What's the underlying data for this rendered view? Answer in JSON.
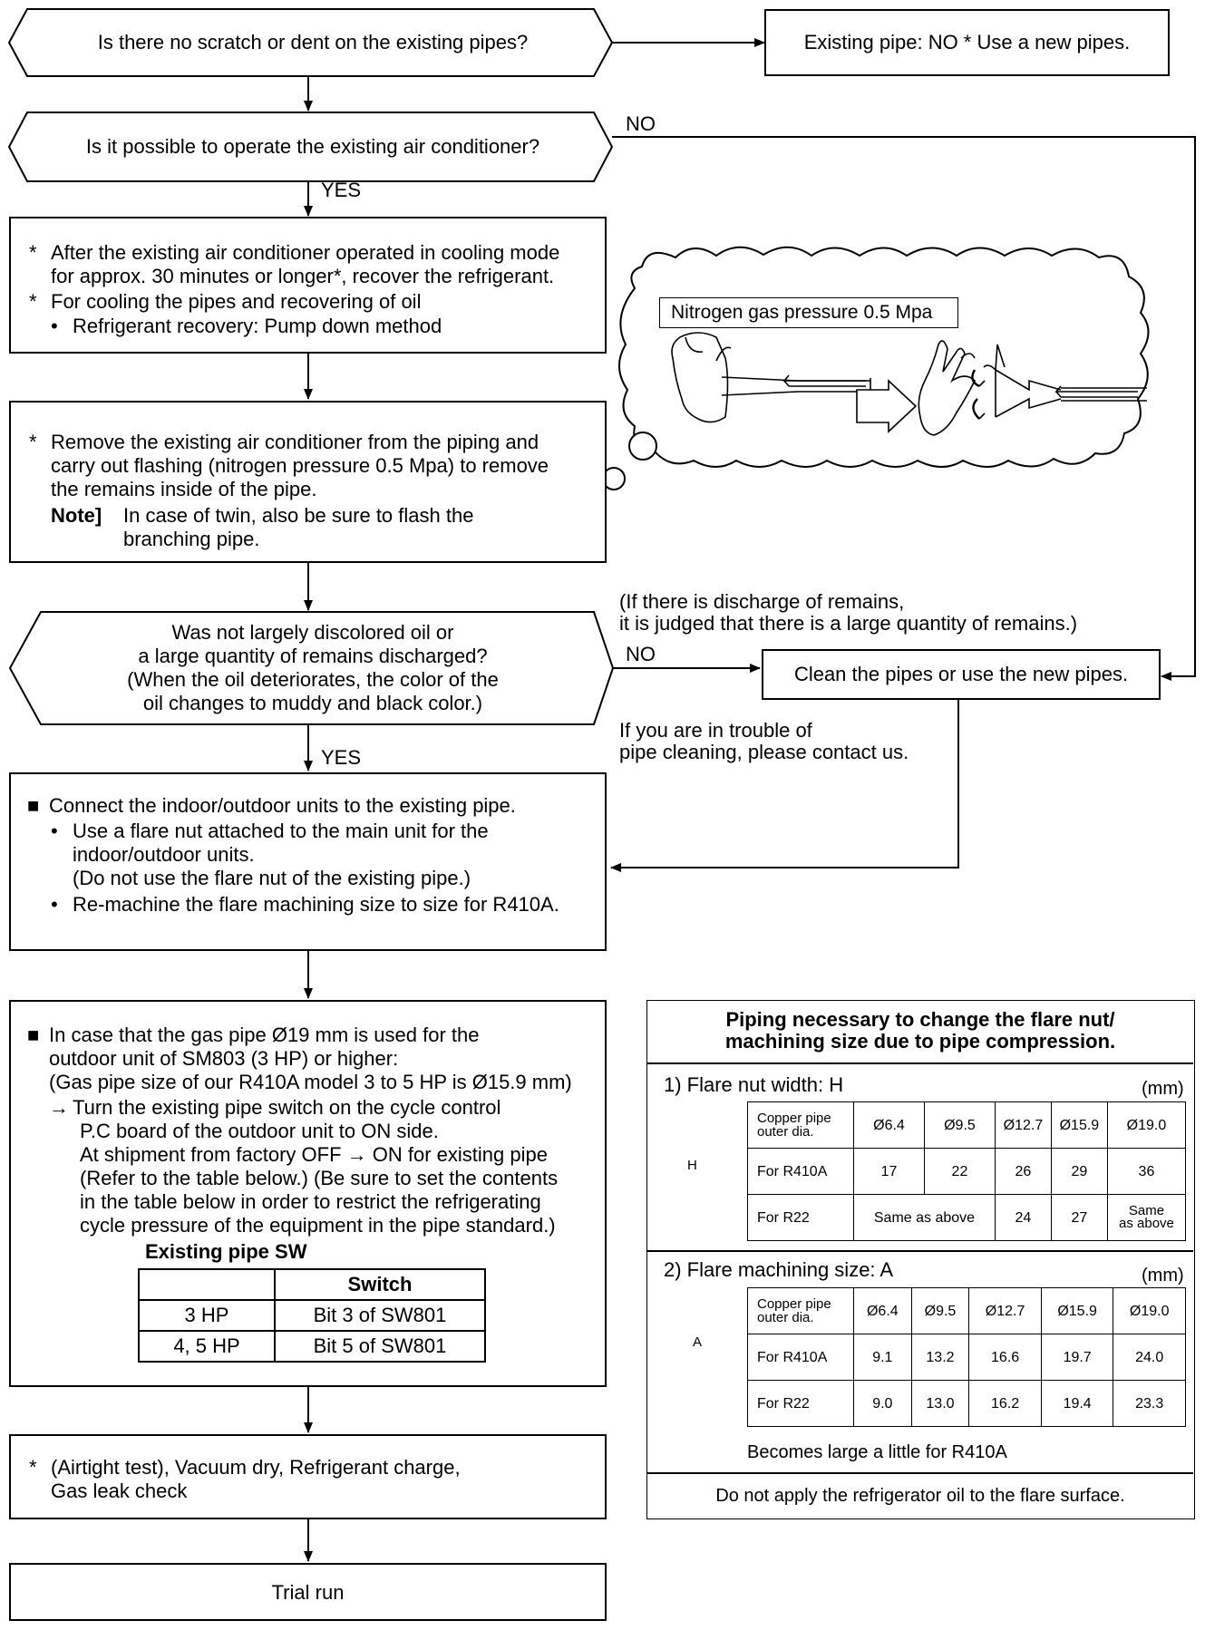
{
  "flow": {
    "q1": "Is there no scratch or dent on the existing pipes?",
    "q1_no_result": "Existing pipe: NO * Use a new pipes.",
    "q2": "Is it possible to operate the existing air conditioner?",
    "q2_no": "NO",
    "q2_yes": "YES",
    "step1": [
      "After the existing air conditioner operated in cooling mode",
      "for approx. 30 minutes or longer*, recover the refrigerant.",
      "For cooling the pipes and recovering of oil",
      "Refrigerant recovery: Pump down method"
    ],
    "step2": [
      "Remove the existing air conditioner from the piping and",
      "carry out flashing (nitrogen pressure 0.5 Mpa) to remove",
      "the remains inside of the pipe."
    ],
    "step2_note_label": "Note]",
    "step2_note": [
      "In case of twin, also be sure to flash the",
      "branching pipe."
    ],
    "cloud_label": "Nitrogen gas pressure 0.5 Mpa",
    "discharge_note": [
      "(If there is discharge of remains,",
      "it is judged that there is a large quantity of remains.)"
    ],
    "q3": [
      "Was not largely discolored oil or",
      "a large quantity of remains discharged?",
      "(When the oil deteriorates, the color of the",
      "oil changes to muddy and black color.)"
    ],
    "q3_no": "NO",
    "q3_yes": "YES",
    "clean": "Clean the pipes or use the new pipes.",
    "trouble": [
      "If you are in trouble of",
      "pipe cleaning, please contact us."
    ],
    "connect": [
      "Connect the indoor/outdoor units to the existing pipe.",
      "Use a flare nut attached to the main unit for the",
      "indoor/outdoor units.",
      "(Do not use the flare nut of the existing pipe.)",
      "Re-machine the flare machining size to size for R410A."
    ],
    "gas": [
      "In case that the gas pipe Ø19 mm is used for the",
      "outdoor unit of SM803 (3 HP) or higher:",
      "(Gas pipe size of our R410A model 3 to 5 HP is Ø15.9 mm)",
      "Turn the existing pipe switch on the cycle control",
      "P.C board of the outdoor unit to ON side.",
      "At shipment from factory OFF → ON for existing pipe",
      "(Refer to the table below.) (Be sure to set the contents",
      "in the table below in order to restrict the refrigerating",
      "cycle pressure of the equipment in the pipe standard.)"
    ],
    "sw_title": "Existing pipe SW",
    "sw_header": "Switch",
    "sw_rows": [
      [
        "3 HP",
        "Bit 3 of SW801"
      ],
      [
        "4, 5 HP",
        "Bit 5 of SW801"
      ]
    ],
    "vacuum": [
      "(Airtight test), Vacuum dry, Refrigerant charge,",
      "Gas leak check"
    ],
    "trial": "Trial run"
  },
  "panel": {
    "title": [
      "Piping necessary to change the flare nut/",
      "machining size due to pipe compression."
    ],
    "s1_title": "1)  Flare nut width: H",
    "s1_unit": "(mm)",
    "s1_icon_label": "H",
    "s2_title": "2)  Flare machining size: A",
    "s2_unit": "(mm)",
    "s2_icon_label": "A",
    "col_label": [
      "Copper pipe",
      "outer dia."
    ],
    "cols": [
      "Ø6.4",
      "Ø9.5",
      "Ø12.7",
      "Ø15.9",
      "Ø19.0"
    ],
    "nut": {
      "r410a_label": "For R410A",
      "r410a": [
        "17",
        "22",
        "26",
        "29",
        "36"
      ],
      "r22_label": "For R22",
      "r22_same": "Same as above",
      "r22": [
        "24",
        "27"
      ],
      "r22_last": [
        "Same",
        "as above"
      ]
    },
    "mach": {
      "r410a_label": "For R410A",
      "r410a": [
        "9.1",
        "13.2",
        "16.6",
        "19.7",
        "24.0"
      ],
      "r22_label": "For R22",
      "r22": [
        "9.0",
        "13.0",
        "16.2",
        "19.4",
        "23.3"
      ]
    },
    "note": "Becomes large a little for R410A",
    "footer": "Do not apply the refrigerator oil to the flare surface."
  },
  "icons": {
    "bullet": "bullet-dot",
    "square": "square-bullet",
    "arrow_right": "arrow-right"
  }
}
